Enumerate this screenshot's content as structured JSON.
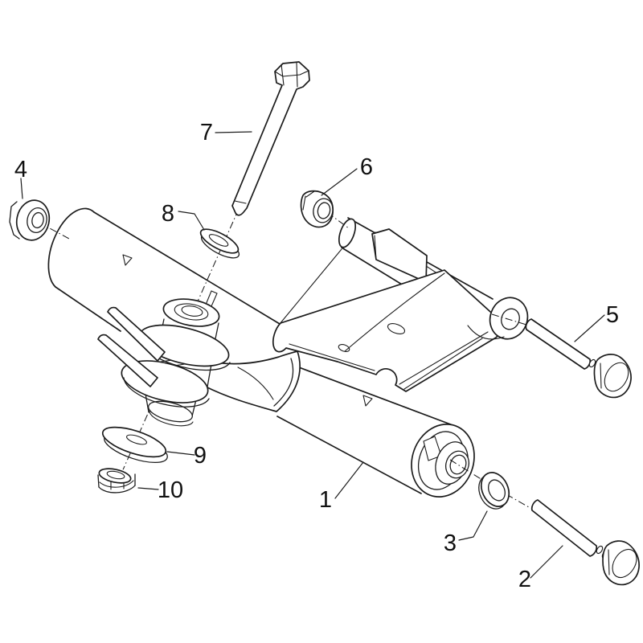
{
  "diagram": {
    "background": "#ffffff",
    "line_color": "#1c1c1c",
    "callouts": [
      {
        "number": "1"
      },
      {
        "number": "2"
      },
      {
        "number": "3"
      },
      {
        "number": "4"
      },
      {
        "number": "5"
      },
      {
        "number": "6"
      },
      {
        "number": "7"
      },
      {
        "number": "8"
      },
      {
        "number": "9"
      },
      {
        "number": "10"
      }
    ]
  }
}
